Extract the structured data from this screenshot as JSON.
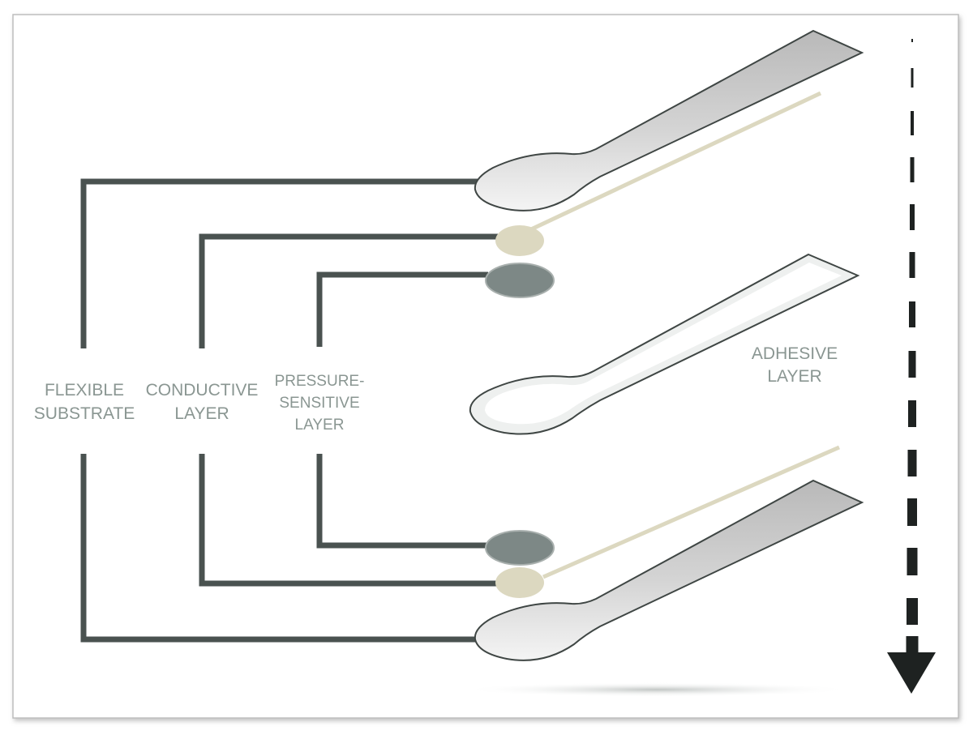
{
  "labels": {
    "flexible_substrate": {
      "line1": "FLEXIBLE",
      "line2": "SUBSTRATE"
    },
    "conductive_layer": {
      "line1": "CONDUCTIVE",
      "line2": "LAYER"
    },
    "pressure_sensitive_layer": {
      "line1": "PRESSURE-",
      "line2": "SENSITIVE",
      "line3": "LAYER"
    },
    "adhesive_layer": {
      "line1": "ADHESIVE",
      "line2": "LAYER"
    }
  },
  "colors": {
    "background": "#ffffff",
    "frame": "#bdbdbd",
    "connector": "#4a5250",
    "label": "#8a9692",
    "substrate_fill": "#c9c9c9",
    "conductive_fill": "#dcd8c0",
    "pressure_fill": "#7d8886",
    "adhesive_fill": "#eef0ef",
    "arrow": "#1e2221"
  },
  "icons": {
    "direction_arrow": "arrow-down-dashed-icon"
  }
}
